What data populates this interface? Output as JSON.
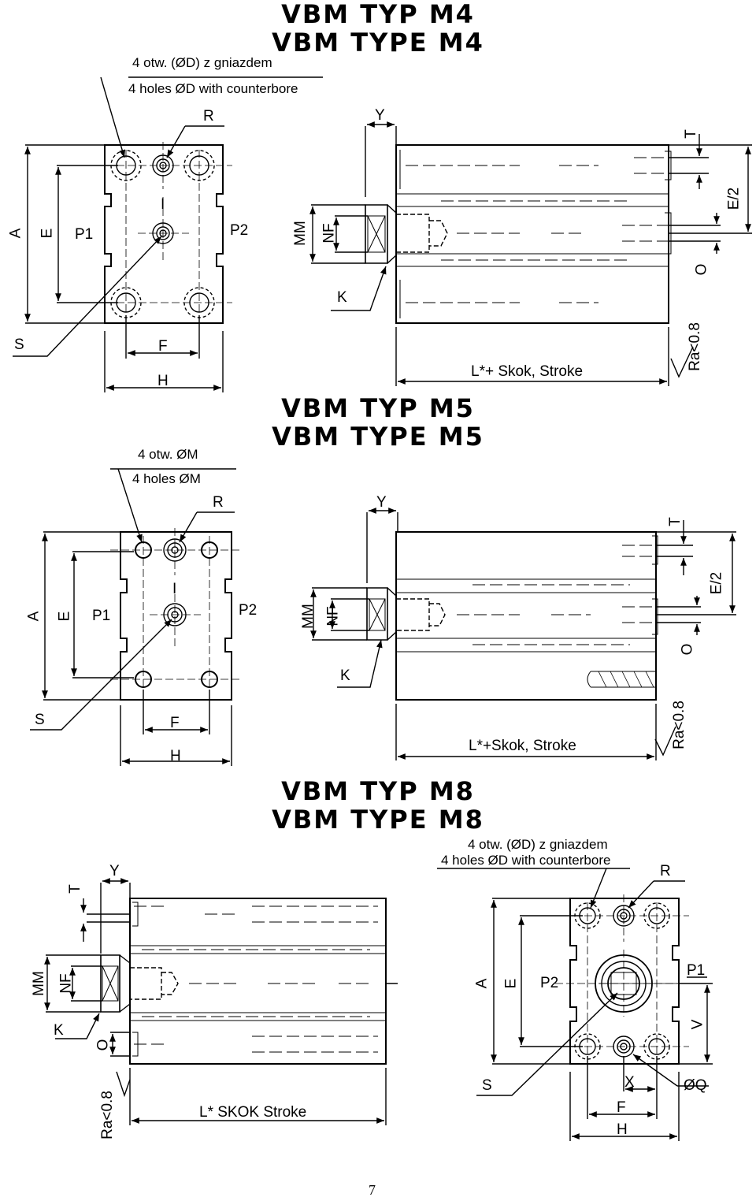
{
  "sections": [
    {
      "title_pl": "VBM TYP M4",
      "title_en": "VBM TYPE M4",
      "note_pl": "4 otw. (ØD) z gniazdem",
      "note_en": "4 holes ØD with counterbore",
      "stroke_label": "L*+ Skok,  Stroke",
      "roughness": "Ra<0.8"
    },
    {
      "title_pl": "VBM TYP M5",
      "title_en": "VBM TYPE M5",
      "note_pl": "4 otw. ØM",
      "note_en": "4 holes ØM",
      "stroke_label": "L*+Skok,  Stroke",
      "roughness": "Ra<0.8"
    },
    {
      "title_pl": "VBM TYP M8",
      "title_en": "VBM TYPE M8",
      "note_pl": "4 otw. (ØD) z gniazdem",
      "note_en": "4 holes ØD with counterbore",
      "stroke_label": "L* SKOK   Stroke",
      "roughness": "Ra<0.8"
    }
  ],
  "labels": {
    "A": "A",
    "E": "E",
    "P1": "P1",
    "P2": "P2",
    "S": "S",
    "F": "F",
    "H": "H",
    "R": "R",
    "Y": "Y",
    "T": "T",
    "E2": "E/2",
    "MM": "MM",
    "NF": "NF",
    "K": "K",
    "O": "O",
    "V": "V",
    "X": "X",
    "Q": "ØQ",
    "I": "I"
  },
  "page_number": "7"
}
